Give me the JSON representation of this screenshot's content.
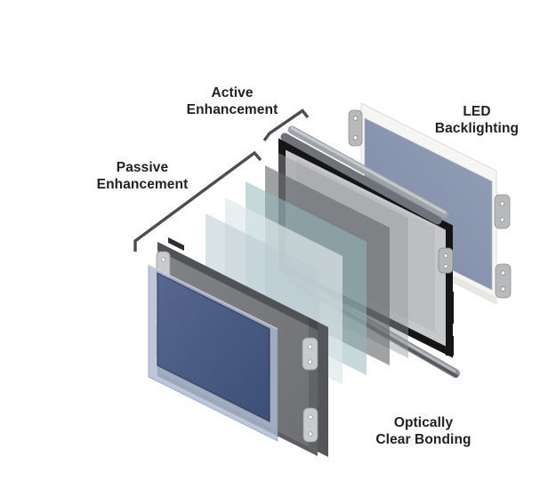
{
  "labels": {
    "active_enhancement": "Active\nEnhancement",
    "passive_enhancement": "Passive\nEnhancement",
    "led_backlighting": "LED\nBacklighting",
    "optically_clear_bonding": "Optically\nClear Bonding"
  },
  "diagram": {
    "type": "exploded-view",
    "layers": [
      {
        "name": "cover-glass",
        "color": "#46587f"
      },
      {
        "name": "bezel-frame",
        "color": "#7b7c80"
      },
      {
        "name": "passive-enhancement-film-1",
        "color": "#c6d3da"
      },
      {
        "name": "passive-enhancement-film-2",
        "color": "#eef1f2"
      },
      {
        "name": "passive-enhancement-film-3",
        "color": "#c3d7d9"
      },
      {
        "name": "active-enhancement-film",
        "color": "#97999b"
      },
      {
        "name": "lcd-panel",
        "color": "#c6c8ca"
      },
      {
        "name": "led-backlight",
        "color": "#8b97b1"
      }
    ],
    "colors": {
      "background": "#ffffff",
      "label_text": "#232021",
      "bracket": "#4c4d4f",
      "glass_blue": "#46587f",
      "glass_border": "#acb8d1",
      "backlight_blue": "#8b97b1",
      "backlight_sheet": "#f5f5f3",
      "lcd_frame_black": "#151517",
      "mounting_tab_gray": "#c9cacc"
    }
  }
}
